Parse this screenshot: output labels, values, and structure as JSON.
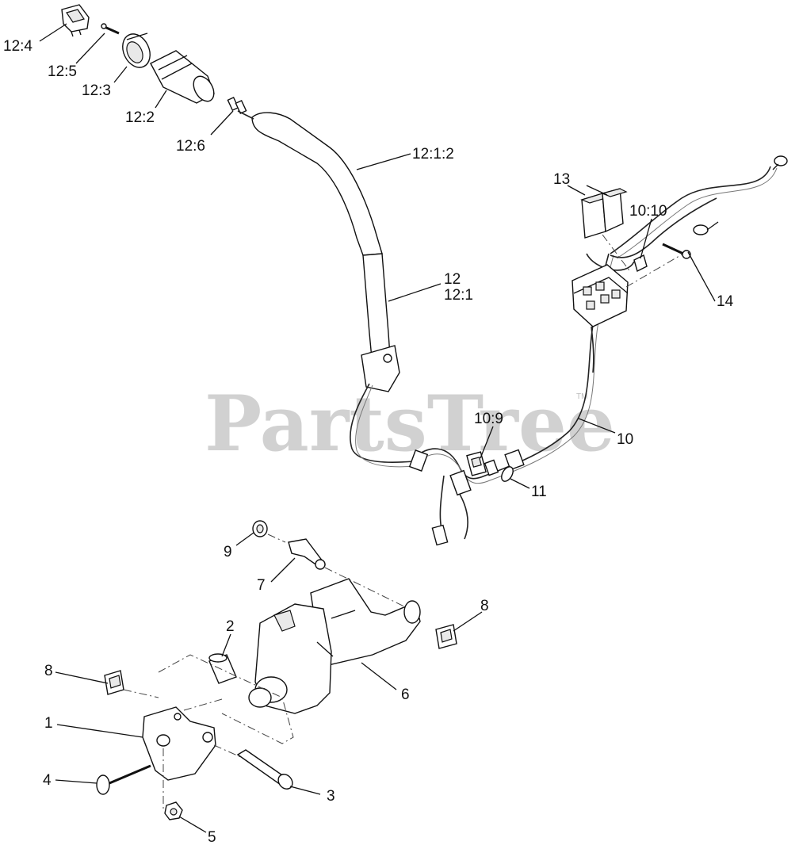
{
  "watermark": "PartsTree",
  "watermark_tm": "TM",
  "callouts": [
    {
      "id": "c-12-4",
      "text": "12:4"
    },
    {
      "id": "c-12-5",
      "text": "12:5"
    },
    {
      "id": "c-12-3",
      "text": "12:3"
    },
    {
      "id": "c-12-2",
      "text": "12:2"
    },
    {
      "id": "c-12-6",
      "text": "12:6"
    },
    {
      "id": "c-12-1-2",
      "text": "12:1:2"
    },
    {
      "id": "c-12",
      "text": "12"
    },
    {
      "id": "c-12-1",
      "text": "12:1"
    },
    {
      "id": "c-13",
      "text": "13"
    },
    {
      "id": "c-10-10",
      "text": "10:10"
    },
    {
      "id": "c-14",
      "text": "14"
    },
    {
      "id": "c-10-9",
      "text": "10:9"
    },
    {
      "id": "c-10",
      "text": "10"
    },
    {
      "id": "c-11",
      "text": "11"
    },
    {
      "id": "c-9",
      "text": "9"
    },
    {
      "id": "c-7",
      "text": "7"
    },
    {
      "id": "c-8a",
      "text": "8"
    },
    {
      "id": "c-2",
      "text": "2"
    },
    {
      "id": "c-8b",
      "text": "8"
    },
    {
      "id": "c-6",
      "text": "6"
    },
    {
      "id": "c-1",
      "text": "1"
    },
    {
      "id": "c-4",
      "text": "4"
    },
    {
      "id": "c-3",
      "text": "3"
    },
    {
      "id": "c-5",
      "text": "5"
    }
  ]
}
